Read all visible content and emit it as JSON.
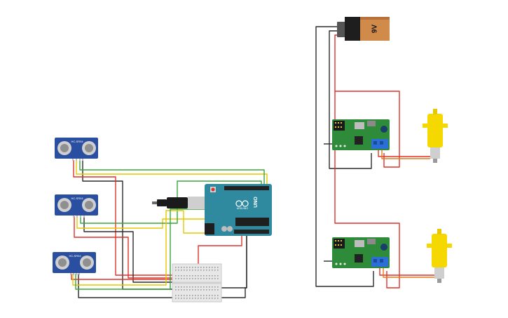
{
  "battery": {
    "label": "9V"
  },
  "sensors": [
    {
      "label": "HC-SR04"
    },
    {
      "label": "HC-SR04"
    },
    {
      "label": "HC-SR04"
    }
  ],
  "arduino": {
    "logo_text": "ARDUINO",
    "model_text": "UNO"
  },
  "colors": {
    "wire_red": "#e0302a",
    "wire_black": "#2b2b2b",
    "wire_green": "#3aa53a",
    "wire_yellow": "#e6c800",
    "wire_orange": "#e07a1a",
    "sensor_blue": "#2a4fa0",
    "board_teal": "#2f8aa0",
    "driver_green": "#2e8b3a",
    "motor_yellow": "#f5d800"
  }
}
